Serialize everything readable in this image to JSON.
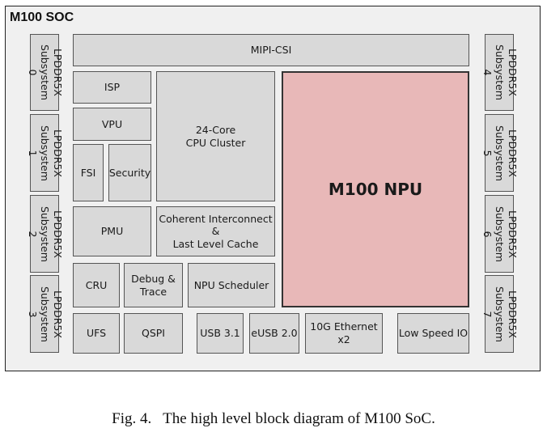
{
  "soc": {
    "title": "M100 SOC"
  },
  "ddr": [
    {
      "label": "LPDDR5X\nSubsystem 0"
    },
    {
      "label": "LPDDR5X\nSubsystem 1"
    },
    {
      "label": "LPDDR5X\nSubsystem 2"
    },
    {
      "label": "LPDDR5X\nSubsystem 3"
    },
    {
      "label": "LPDDR5X\nSubsystem 4"
    },
    {
      "label": "LPDDR5X\nSubsystem 5"
    },
    {
      "label": "LPDDR5X\nSubsystem 6"
    },
    {
      "label": "LPDDR5X\nSubsystem 7"
    }
  ],
  "blocks": {
    "mipi": "MIPI-CSI",
    "isp": "ISP",
    "vpu": "VPU",
    "fsi": "FSI",
    "security": "Security",
    "cpu": "24-Core\nCPU Cluster",
    "npu": "M100 NPU",
    "pmu": "PMU",
    "interconnect": "Coherent Interconnect &\nLast Level Cache",
    "cru": "CRU",
    "debug": "Debug &\nTrace",
    "npu_scheduler": "NPU Scheduler",
    "ufs": "UFS",
    "qspi": "QSPI",
    "usb": "USB 3.1",
    "eusb": "eUSB 2.0",
    "ethernet": "10G Ethernet x2",
    "low_speed_io": "Low Speed IO"
  },
  "caption": "Fig. 4.   The high level block diagram of M100 SoC."
}
